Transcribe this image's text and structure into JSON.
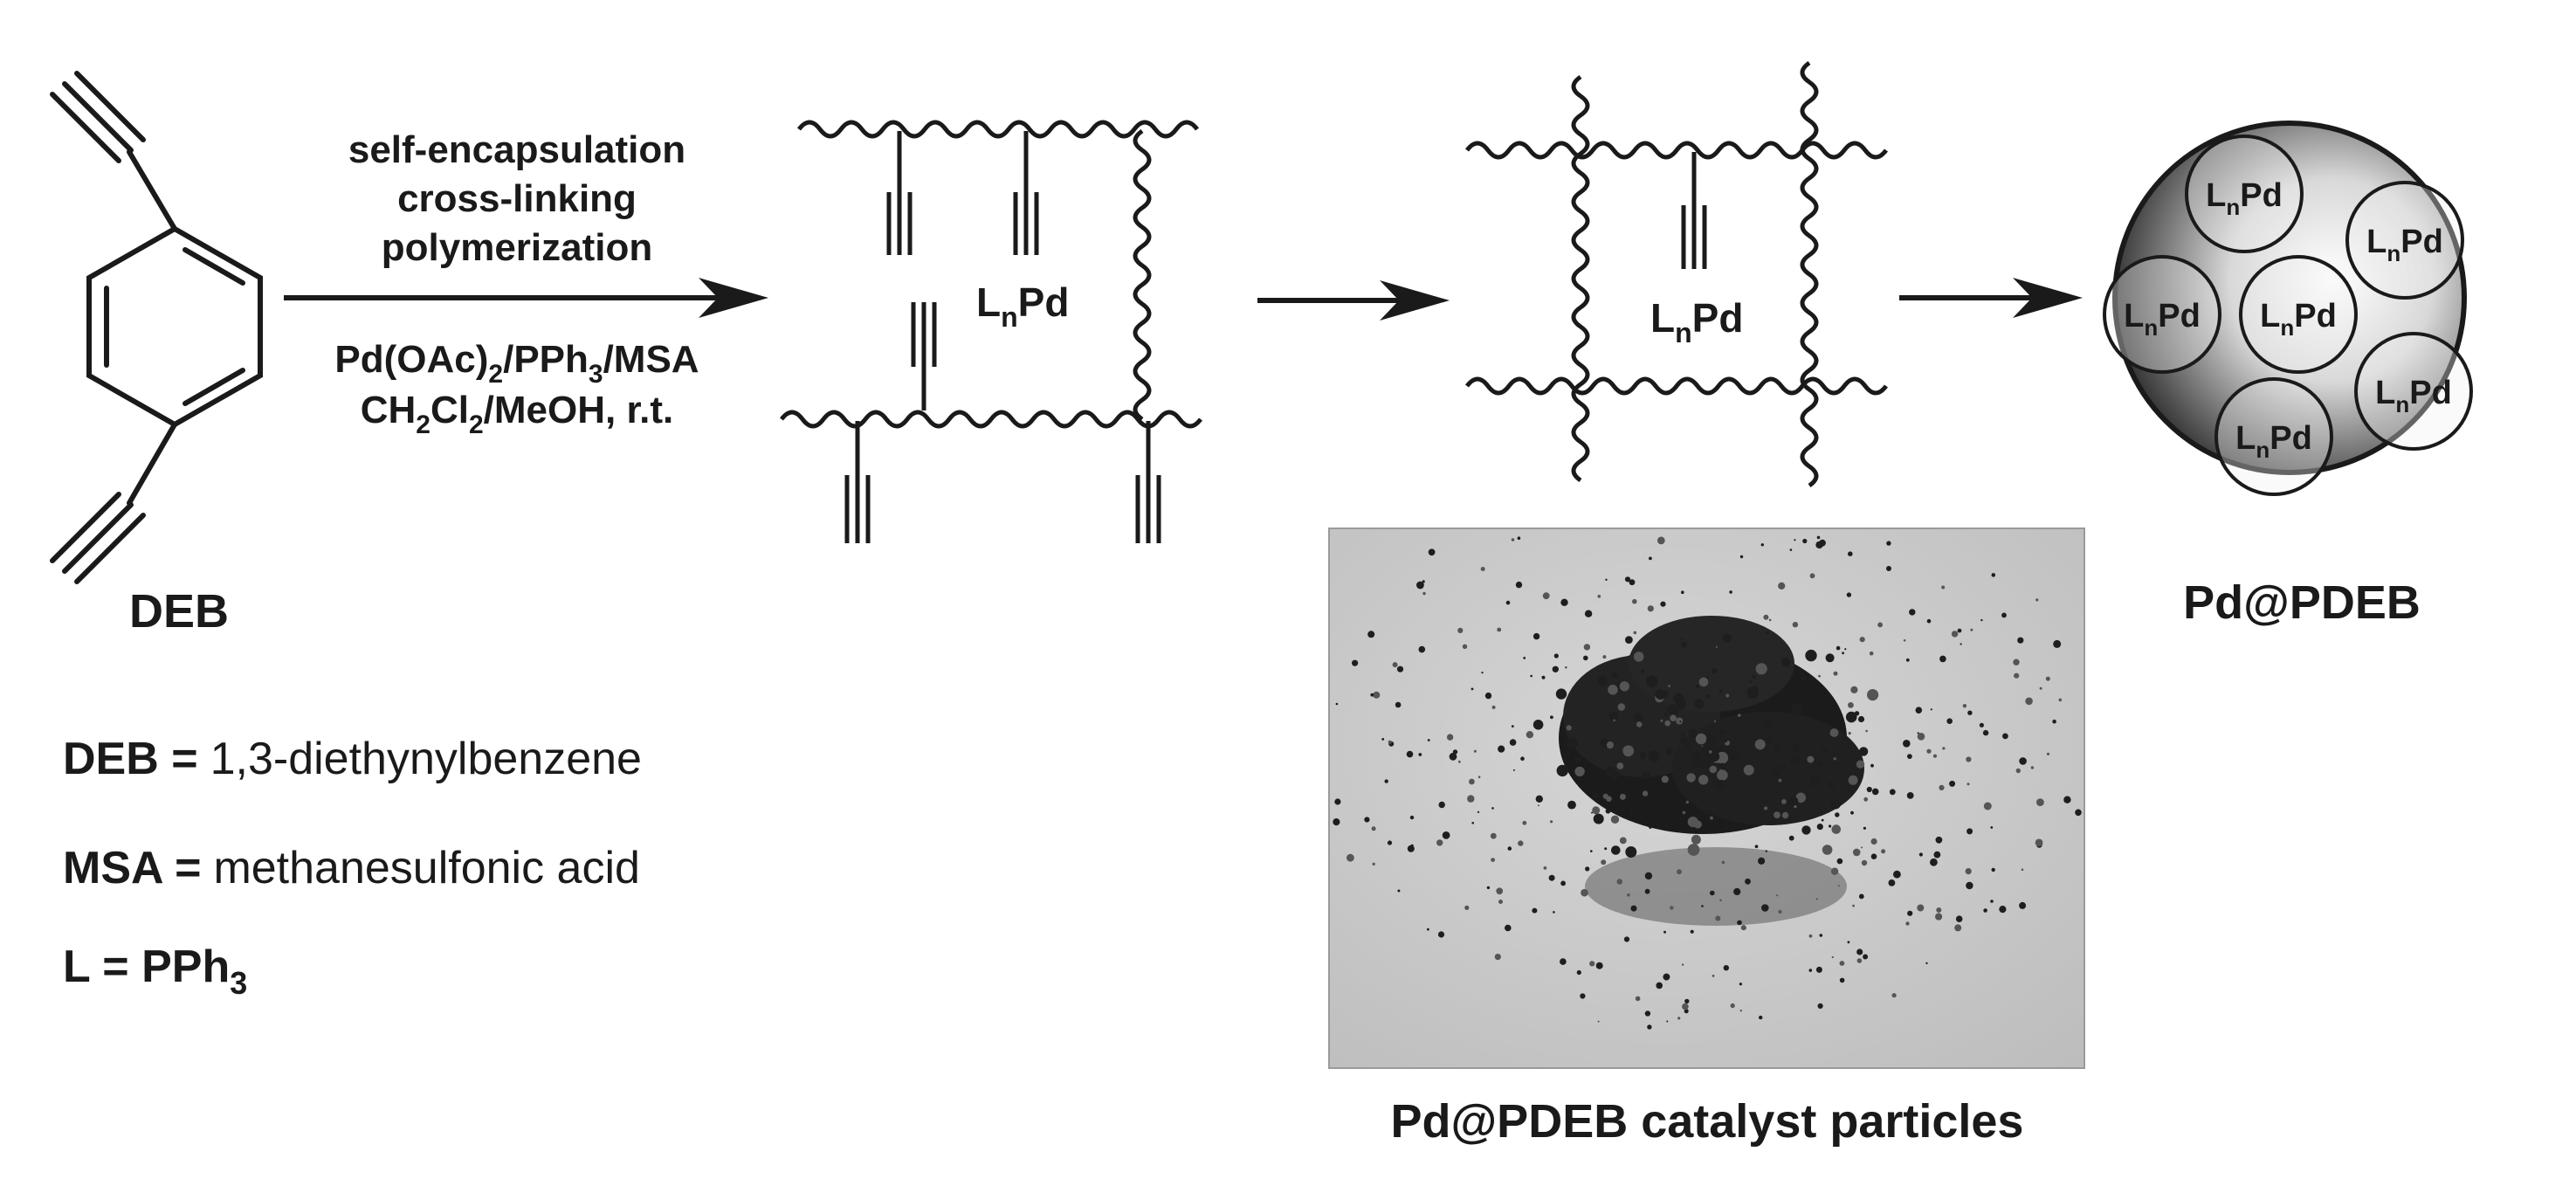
{
  "reaction": {
    "conditions_line1": "self-encapsulation",
    "conditions_line2": "cross-linking",
    "conditions_line3": "polymerization",
    "reagents_line1_a": "Pd(OAc)",
    "reagents_line1_sub": "2",
    "reagents_line1_b": "/PPh",
    "reagents_line1_sub2": "3",
    "reagents_line1_c": "/MSA",
    "reagents_line2_a": "CH",
    "reagents_line2_sub": "2",
    "reagents_line2_b": "Cl",
    "reagents_line2_sub2": "2",
    "reagents_line2_c": "/MeOH, r.t."
  },
  "catalyst": {
    "L": "L",
    "n": "n",
    "Pd": "Pd"
  },
  "labels": {
    "deb": "DEB",
    "product": "Pd@PDEB",
    "photo_caption": "Pd@PDEB catalyst particles"
  },
  "legend": {
    "deb_key": "DEB =",
    "deb_value": "1,3-diethynylbenzene",
    "msa_key": "MSA =",
    "msa_value": "methanesulfonic acid",
    "l_key": "L = PPh",
    "l_sub": "3"
  },
  "colors": {
    "ink": "#1a1a1a",
    "photo_bg": "#c9c9c9",
    "particles": "#1e1e1e"
  }
}
